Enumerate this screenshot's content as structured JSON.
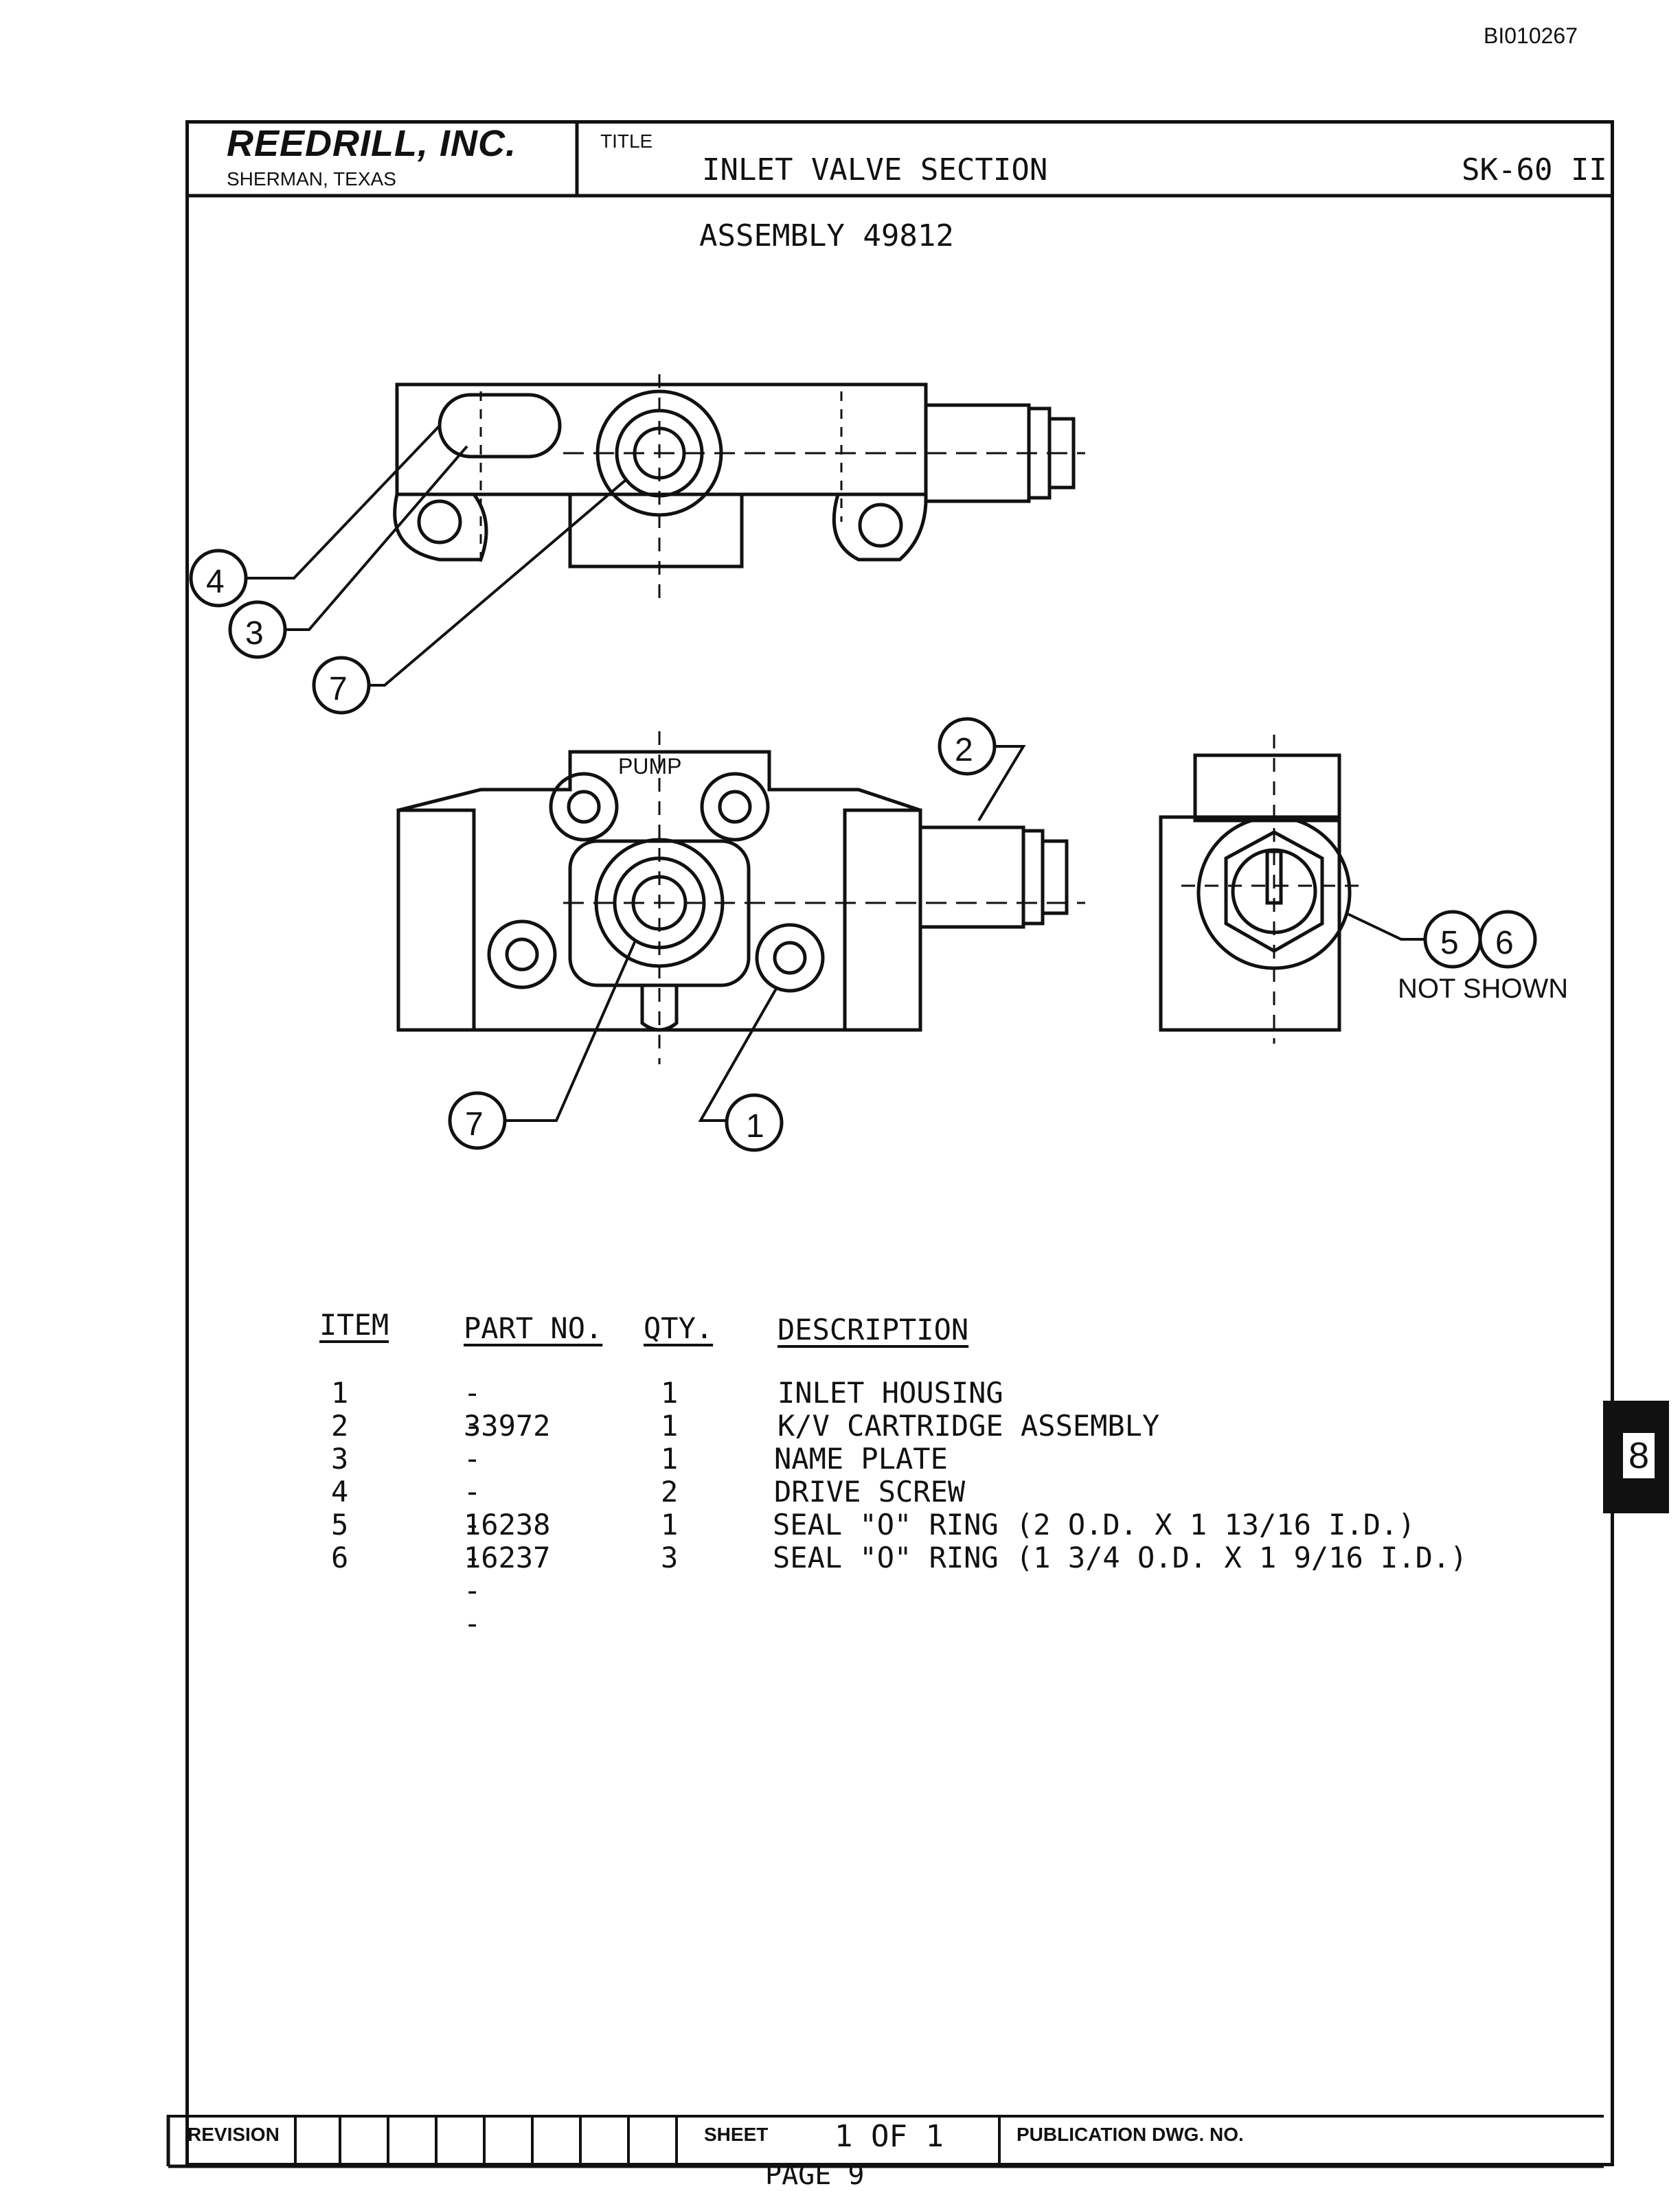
{
  "doc_id": "BI010267",
  "header": {
    "company": "REEDRILL, INC.",
    "city": "SHERMAN, TEXAS",
    "title_label": "TITLE",
    "title": "INLET VALVE SECTION",
    "drawing_no": "SK-60 II"
  },
  "assembly": "ASSEMBLY 49812",
  "drawing": {
    "pump_label": "PUMP",
    "not_shown_label": "NOT SHOWN",
    "callouts": [
      "4",
      "3",
      "7",
      "2",
      "7",
      "1",
      "5",
      "6"
    ]
  },
  "parts_table": {
    "headers": {
      "item": "ITEM",
      "part_no": "PART NO.",
      "qty": "QTY.",
      "description": "DESCRIPTION"
    },
    "rows": [
      {
        "item": "1",
        "part_no": "-----",
        "qty": "1",
        "description": "INLET HOUSING"
      },
      {
        "item": "2",
        "part_no": "33972",
        "qty": "1",
        "description": "K/V CARTRIDGE ASSEMBLY"
      },
      {
        "item": "3",
        "part_no": "-----",
        "qty": "1",
        "description": "NAME PLATE"
      },
      {
        "item": "4",
        "part_no": "-----",
        "qty": "2",
        "description": "DRIVE SCREW"
      },
      {
        "item": "5",
        "part_no": "16238",
        "qty": "1",
        "description": "SEAL \"O\" RING (2 O.D. X 1 13/16 I.D.)"
      },
      {
        "item": "6",
        "part_no": "16237",
        "qty": "3",
        "description": "SEAL \"O\" RING (1 3/4 O.D. X 1 9/16 I.D.)"
      }
    ]
  },
  "section_tab": "8",
  "title_block": {
    "revision_label": "REVISION",
    "sheet_label": "SHEET",
    "sheet_value": "1 OF 1",
    "publication_label": "PUBLICATION DWG. NO."
  },
  "page_label": "PAGE 9"
}
